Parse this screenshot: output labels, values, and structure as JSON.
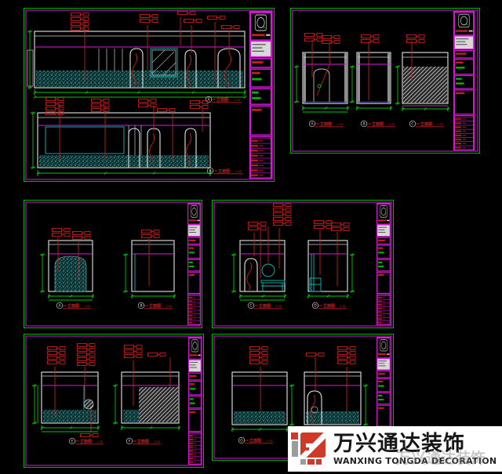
{
  "watermark": {
    "brand_cn": "万兴通达装饰",
    "brand_en": "WANXING TONGDA DECORATION",
    "ghost_text": "万兴通达装饰"
  },
  "colors": {
    "background": "#000000",
    "border_green": "#00c800",
    "border_magenta": "#e216e2",
    "annotation_red": "#c41e1e",
    "hatch_teal": "#3faeae",
    "line_white": "#e6e6e6",
    "watermark_red": "#cf3a28",
    "watermark_gray": "#9c9c9c"
  },
  "panels": {
    "p1": {
      "markers": [
        {
          "letter": "A",
          "title": "立面图",
          "scale": "1:30"
        },
        {
          "letter": "B",
          "title": "立面图",
          "scale": "1:30"
        }
      ]
    },
    "p2": {
      "markers": [
        {
          "letter": "A",
          "title": "立面图",
          "scale": "1:30"
        },
        {
          "letter": "B",
          "title": "立面图",
          "scale": "1:30"
        },
        {
          "letter": "C",
          "title": "立面图",
          "scale": "1:30"
        }
      ]
    },
    "p3": {
      "markers": [
        {
          "letter": "A",
          "title": "立面图",
          "scale": "1:30"
        },
        {
          "letter": "B",
          "title": "立面图",
          "scale": "1:30"
        }
      ]
    },
    "p4": {
      "markers": [
        {
          "letter": "C",
          "title": "立面图",
          "scale": "1:30"
        },
        {
          "letter": "D",
          "title": "立面图",
          "scale": "1:30"
        }
      ]
    },
    "p5": {
      "markers": [
        {
          "letter": "E",
          "title": "立面图",
          "scale": "1:30"
        },
        {
          "letter": "F",
          "title": "立面图",
          "scale": "1:30"
        }
      ]
    },
    "p6": {
      "markers": [
        {
          "letter": "G",
          "title": "立面图",
          "scale": "1:30"
        }
      ]
    }
  }
}
